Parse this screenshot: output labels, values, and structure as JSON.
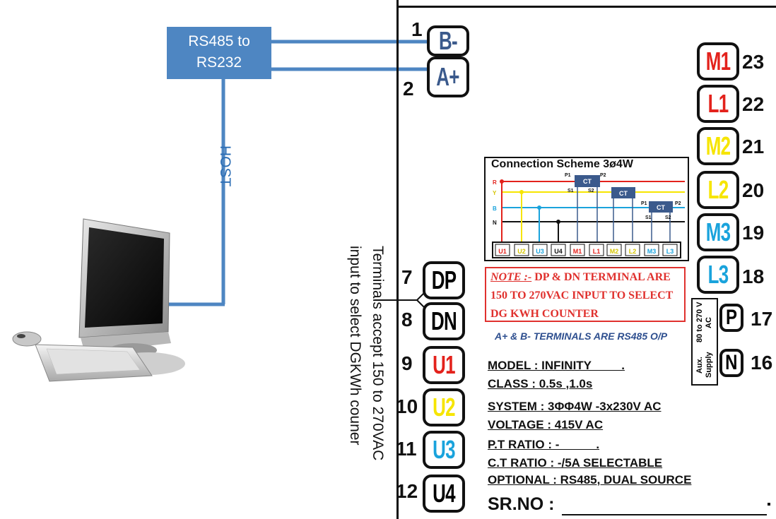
{
  "converter": {
    "line1": "RS485 to",
    "line2": "RS232"
  },
  "host_label": "HOST",
  "left_terminals": [
    {
      "num": "1",
      "label": "B-",
      "color": "#3b5a8c"
    },
    {
      "num": "2",
      "label": "A+",
      "color": "#3b5a8c"
    },
    {
      "num": "7",
      "label": "DP",
      "color": "#111111"
    },
    {
      "num": "8",
      "label": "DN",
      "color": "#111111"
    },
    {
      "num": "9",
      "label": "U1",
      "color": "#e3221c"
    },
    {
      "num": "10",
      "label": "U2",
      "color": "#f6e500"
    },
    {
      "num": "11",
      "label": "U3",
      "color": "#1aa3dc"
    },
    {
      "num": "12",
      "label": "U4",
      "color": "#111111"
    }
  ],
  "right_terminals": [
    {
      "num": "23",
      "label": "M1",
      "color": "#e3221c"
    },
    {
      "num": "22",
      "label": "L1",
      "color": "#e3221c"
    },
    {
      "num": "21",
      "label": "M2",
      "color": "#f6e500"
    },
    {
      "num": "20",
      "label": "L2",
      "color": "#f6e500"
    },
    {
      "num": "19",
      "label": "M3",
      "color": "#1aa3dc"
    },
    {
      "num": "18",
      "label": "L3",
      "color": "#1aa3dc"
    },
    {
      "num": "17",
      "label": "P",
      "color": "#111111"
    },
    {
      "num": "16",
      "label": "N",
      "color": "#111111"
    }
  ],
  "aux_supply": {
    "line1": "Aux. Supply",
    "line2": "80 to 270 V AC"
  },
  "dp_dn_description": {
    "line1": "Terminals accept 150 to 270VAC",
    "line2": "input to select DGKWh couner"
  },
  "scheme": {
    "title": "Connection Scheme 3ø4W",
    "phases": [
      "R",
      "Y",
      "B",
      "N"
    ],
    "ct_label": "CT",
    "ct_pins": [
      "P1",
      "P2",
      "S1",
      "S2"
    ],
    "terminals": [
      "U1",
      "U2",
      "U3",
      "U4",
      "M1",
      "L1",
      "M2",
      "L2",
      "M3",
      "L3"
    ]
  },
  "note": {
    "head": "NOTE :-",
    "line1": " DP & DN TERMINAL ARE",
    "line2": "150 TO 270VAC INPUT TO SELECT",
    "line3": "DG KWH COUNTER"
  },
  "rs485_note": "A+ & B- TERMINALS ARE RS485 O/P",
  "specs": [
    "MODEL : INFINITY         .",
    "CLASS : 0.5s ,1.0s",
    "SYSTEM : 3ΦΦ4W -3x230V AC",
    "VOLTAGE : 415V AC",
    "P.T RATIO : -           .",
    "C.T RATIO : -/5A SELECTABLE",
    "OPTIONAL : RS485, DUAL SOURCE"
  ],
  "sr_no": "SR.NO :",
  "colors": {
    "host_line": "#4e86c2",
    "red": "#e3221c",
    "yellow": "#f6e500",
    "blue": "#1aa3dc",
    "ct_box": "#3b5a8c"
  }
}
